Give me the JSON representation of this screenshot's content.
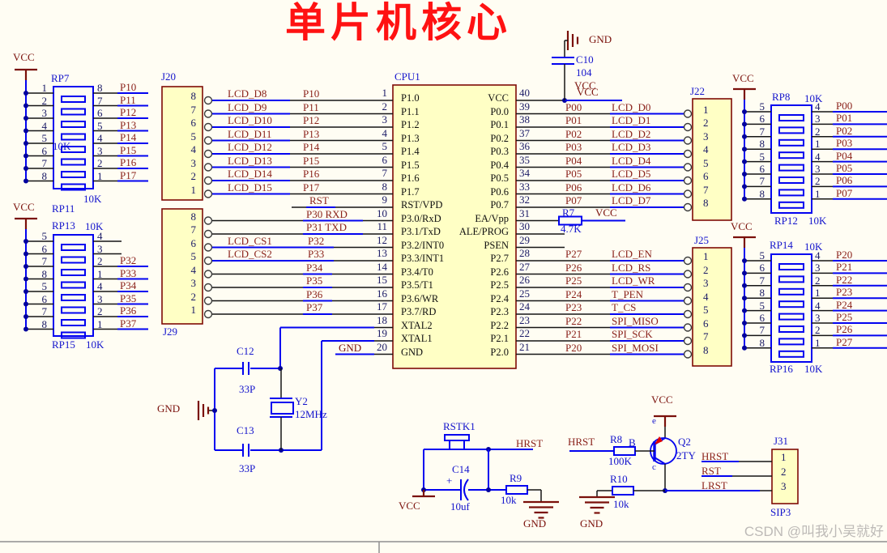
{
  "title": "单片机核心",
  "watermark": "CSDN @叫我小吴就好",
  "power": {
    "vcc": "VCC",
    "gnd": "GND"
  },
  "cpu": {
    "designator": "CPU1",
    "left": [
      {
        "pin": "1",
        "name": "P1.0",
        "net": "LCD_D8",
        "net2": "P10"
      },
      {
        "pin": "2",
        "name": "P1.1",
        "net": "LCD_D9",
        "net2": "P11"
      },
      {
        "pin": "3",
        "name": "P1.2",
        "net": "LCD_D10",
        "net2": "P12"
      },
      {
        "pin": "4",
        "name": "P1.3",
        "net": "LCD_D11",
        "net2": "P13"
      },
      {
        "pin": "5",
        "name": "P1.4",
        "net": "LCD_D12",
        "net2": "P14"
      },
      {
        "pin": "6",
        "name": "P1.5",
        "net": "LCD_D13",
        "net2": "P15"
      },
      {
        "pin": "7",
        "name": "P1.6",
        "net": "LCD_D14",
        "net2": "P16"
      },
      {
        "pin": "8",
        "name": "P1.7",
        "net": "LCD_D15",
        "net2": "P17"
      },
      {
        "pin": "9",
        "name": "RST/VPD",
        "net2": "RST"
      },
      {
        "pin": "10",
        "name": "P3.0/RxD",
        "net2": "P30 RXD"
      },
      {
        "pin": "11",
        "name": "P3.1/TxD",
        "net2": "P31 TXD"
      },
      {
        "pin": "12",
        "name": "P3.2/INT0",
        "net": "LCD_CS1",
        "net2": "P32"
      },
      {
        "pin": "13",
        "name": "P3.3/INT1",
        "net": "LCD_CS2",
        "net2": "P33"
      },
      {
        "pin": "14",
        "name": "P3.4/T0",
        "net2": "P34"
      },
      {
        "pin": "15",
        "name": "P3.5/T1",
        "net2": "P35"
      },
      {
        "pin": "16",
        "name": "P3.6/WR",
        "net2": "P36"
      },
      {
        "pin": "17",
        "name": "P3.7/RD",
        "net2": "P37"
      },
      {
        "pin": "18",
        "name": "XTAL2"
      },
      {
        "pin": "19",
        "name": "XTAL1"
      },
      {
        "pin": "20",
        "name": "GND",
        "net2": "GND"
      }
    ],
    "right": [
      {
        "pin": "40",
        "name": "VCC",
        "net": "VCC"
      },
      {
        "pin": "39",
        "name": "P0.0",
        "net": "P00",
        "net2": "LCD_D0"
      },
      {
        "pin": "38",
        "name": "P0.1",
        "net": "P01",
        "net2": "LCD_D1"
      },
      {
        "pin": "37",
        "name": "P0.2",
        "net": "P02",
        "net2": "LCD_D2"
      },
      {
        "pin": "36",
        "name": "P0.3",
        "net": "P03",
        "net2": "LCD_D3"
      },
      {
        "pin": "35",
        "name": "P0.4",
        "net": "P04",
        "net2": "LCD_D4"
      },
      {
        "pin": "34",
        "name": "P0.5",
        "net": "P05",
        "net2": "LCD_D5"
      },
      {
        "pin": "33",
        "name": "P0.6",
        "net": "P06",
        "net2": "LCD_D6"
      },
      {
        "pin": "32",
        "name": "P0.7",
        "net": "P07",
        "net2": "LCD_D7"
      },
      {
        "pin": "31",
        "name": "EA/Vpp",
        "net": "R7",
        "value": "4.7K",
        "net2": "VCC"
      },
      {
        "pin": "30",
        "name": "ALE/PROG"
      },
      {
        "pin": "29",
        "name": "PSEN"
      },
      {
        "pin": "28",
        "name": "P2.7",
        "net": "P27",
        "net2": "LCD_EN"
      },
      {
        "pin": "27",
        "name": "P2.6",
        "net": "P26",
        "net2": "LCD_RS"
      },
      {
        "pin": "26",
        "name": "P2.5",
        "net": "P25",
        "net2": "LCD_WR"
      },
      {
        "pin": "25",
        "name": "P2.4",
        "net": "P24",
        "net2": "T_PEN"
      },
      {
        "pin": "24",
        "name": "P2.3",
        "net": "P23",
        "net2": "T_CS"
      },
      {
        "pin": "23",
        "name": "P2.2",
        "net": "P22",
        "net2": "SPI_MISO"
      },
      {
        "pin": "22",
        "name": "P2.1",
        "net": "P21",
        "net2": "SPI_SCK"
      },
      {
        "pin": "21",
        "name": "P2.0",
        "net": "P20",
        "net2": "SPI_MOSI"
      }
    ]
  },
  "j20": {
    "designator": "J20",
    "pins": [
      "8",
      "7",
      "6",
      "5",
      "4",
      "3",
      "2",
      "1"
    ]
  },
  "j29": {
    "designator": "J29",
    "pins": [
      "8",
      "7",
      "6",
      "5",
      "4",
      "3",
      "2",
      "1"
    ]
  },
  "j22": {
    "designator": "J22",
    "pins": [
      "1",
      "2",
      "3",
      "4",
      "5",
      "6",
      "7",
      "8"
    ]
  },
  "j25": {
    "designator": "J25",
    "pins": [
      "1",
      "2",
      "3",
      "4",
      "5",
      "6",
      "7",
      "8"
    ]
  },
  "j31": {
    "designator": "J31",
    "footprint": "SIP3",
    "pins": [
      "1",
      "2",
      "3"
    ],
    "nets": [
      "HRST",
      "RST",
      "LRST"
    ]
  },
  "rp_left_top": {
    "designator": "RP7",
    "value": "10K",
    "value_below": "10K",
    "left_pins": [
      "1",
      "2",
      "3",
      "4",
      "5",
      "6",
      "7",
      "8"
    ],
    "right_pins": [
      "8",
      "7",
      "6",
      "5",
      "4",
      "3",
      "2",
      "1"
    ],
    "nets": [
      "P10",
      "P11",
      "P12",
      "P13",
      "P14",
      "P15",
      "P16",
      "P17"
    ]
  },
  "rp11_designator": "RP11",
  "rp11_value": "10K",
  "rp_left_bottom": {
    "designator": "RP13",
    "value": "10K",
    "designator2": "RP15",
    "value2": "10K",
    "left_pins": [
      "5",
      "6",
      "7",
      "8",
      "5",
      "6",
      "7",
      "8"
    ],
    "right_pins": [
      "4",
      "3",
      "2",
      "1",
      "4",
      "3",
      "2",
      "1"
    ],
    "nets": [
      "",
      "",
      "P32",
      "P33",
      "P34",
      "P35",
      "P36",
      "P37"
    ]
  },
  "rp_right_top": {
    "designator": "RP8",
    "value": "10K",
    "designator2": "RP12",
    "value2": "10K",
    "left_pins": [
      "5",
      "6",
      "7",
      "8",
      "5",
      "6",
      "7",
      "8"
    ],
    "right_pins": [
      "4",
      "3",
      "2",
      "1",
      "4",
      "3",
      "2",
      "1"
    ],
    "nets": [
      "P00",
      "P01",
      "P02",
      "P03",
      "P04",
      "P05",
      "P06",
      "P07"
    ]
  },
  "rp_right_bottom": {
    "designator": "RP14",
    "value": "10K",
    "designator2": "RP16",
    "value2": "10K",
    "left_pins": [
      "5",
      "6",
      "7",
      "8",
      "5",
      "6",
      "7",
      "8"
    ],
    "right_pins": [
      "4",
      "3",
      "2",
      "1",
      "4",
      "3",
      "2",
      "1"
    ],
    "nets": [
      "P20",
      "P21",
      "P22",
      "P23",
      "P24",
      "P25",
      "P26",
      "P27"
    ]
  },
  "crystal": {
    "y": "Y2",
    "y_value": "12MHz",
    "c12": "C12",
    "c12_value": "33P",
    "c13": "C13",
    "c13_value": "33P"
  },
  "c10": {
    "designator": "C10",
    "value": "104"
  },
  "reset": {
    "switch": "RSTK1",
    "net": "HRST",
    "cap": "C14",
    "plus": "+",
    "cap_value": "10uf",
    "res": "R9",
    "res_value": "10k"
  },
  "q2": {
    "designator": "Q2",
    "value": "2TY",
    "e": "e",
    "b": "B",
    "c": "c",
    "net": "HRST",
    "r8": "R8",
    "r8_value": "100K",
    "r10": "R10",
    "r10_value": "10k"
  }
}
